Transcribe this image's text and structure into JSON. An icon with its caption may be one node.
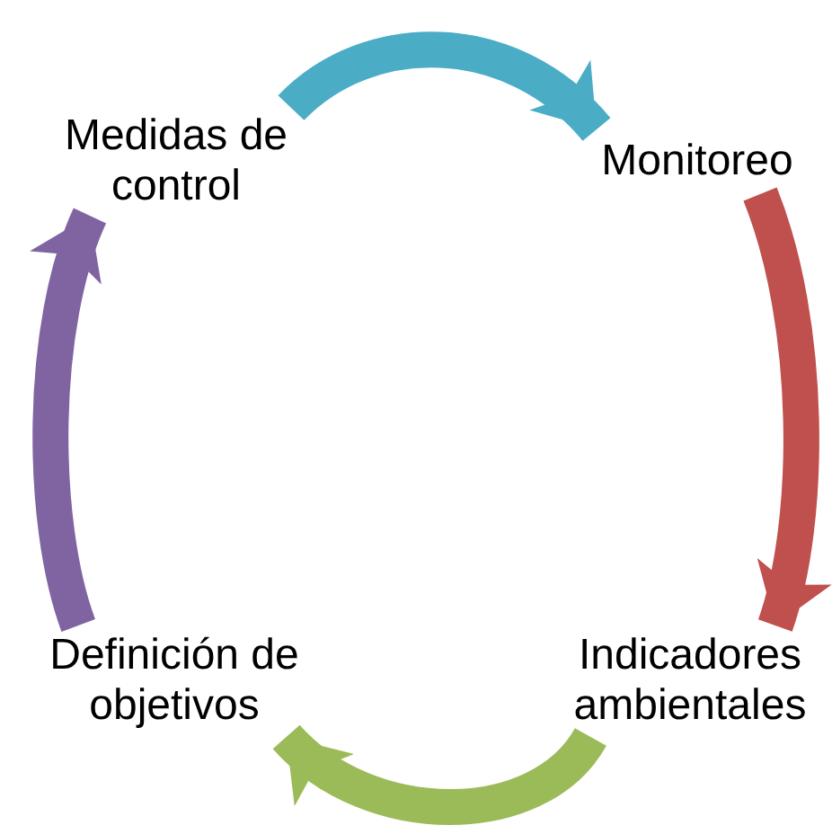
{
  "diagram": {
    "nodes": [
      {
        "text": [
          "Medidas de control"
        ]
      },
      {
        "text": [
          "Monitoreo"
        ]
      },
      {
        "text": [
          "Definición de objetivos"
        ]
      },
      {
        "text": [
          "Indicadores ambientales"
        ]
      }
    ],
    "edges": [
      {
        "from": 0,
        "to": 1,
        "arrow": "to",
        "color": "#4bacc6"
      },
      {
        "from": 1,
        "to": 3,
        "arrow": "to",
        "color": "#c0504d"
      },
      {
        "from": 3,
        "to": 2,
        "arrow": "to",
        "color": "#9bbb59"
      },
      {
        "from": 2,
        "to": 0,
        "arrow": "to",
        "color": "#8064a2"
      }
    ]
  }
}
